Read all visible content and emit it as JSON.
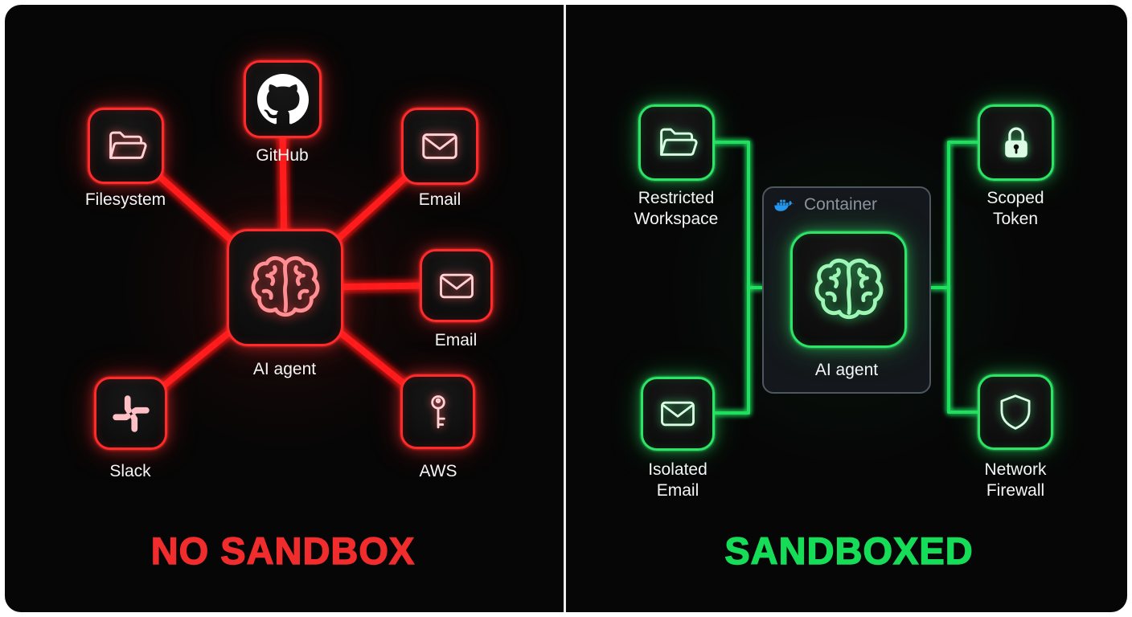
{
  "left_panel": {
    "title": "NO SANDBOX",
    "accent_color": "#f12c2c",
    "agent": {
      "label": "AI agent",
      "icon": "brain-icon"
    },
    "nodes": [
      {
        "label": "Filesystem",
        "icon": "folder-icon"
      },
      {
        "label": "GitHub",
        "icon": "github-icon"
      },
      {
        "label": "Email",
        "icon": "envelope-icon"
      },
      {
        "label": "Email",
        "icon": "envelope-icon"
      },
      {
        "label": "AWS",
        "icon": "key-icon"
      },
      {
        "label": "Slack",
        "icon": "slack-icon"
      }
    ]
  },
  "right_panel": {
    "title": "SANDBOXED",
    "accent_color": "#16dd58",
    "container": {
      "label": "Container",
      "icon": "docker-icon"
    },
    "agent": {
      "label": "AI agent",
      "icon": "brain-icon"
    },
    "nodes": [
      {
        "label": "Restricted Workspace",
        "icon": "folder-icon"
      },
      {
        "label": "Scoped Token",
        "icon": "lock-icon"
      },
      {
        "label": "Isolated Email",
        "icon": "envelope-icon"
      },
      {
        "label": "Network Firewall",
        "icon": "shield-icon"
      }
    ]
  }
}
